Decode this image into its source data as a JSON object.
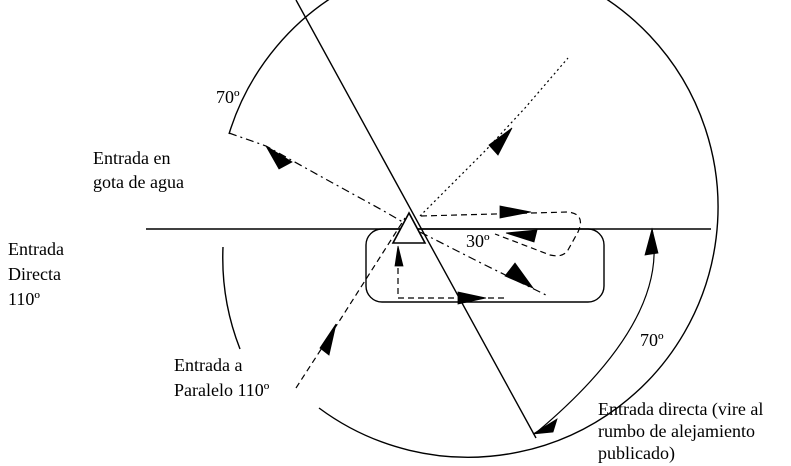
{
  "labels": {
    "angle_top": "70º",
    "teardrop": "Entrada en gota de agua",
    "direct_left": "Entrada Directa 110º",
    "parallel": "Entrada a Paralelo 110º",
    "angle_hold": "30º",
    "angle_right": "70º",
    "direct_right": "Entrada directa (vire al rumbo de alejamiento publicado)"
  }
}
